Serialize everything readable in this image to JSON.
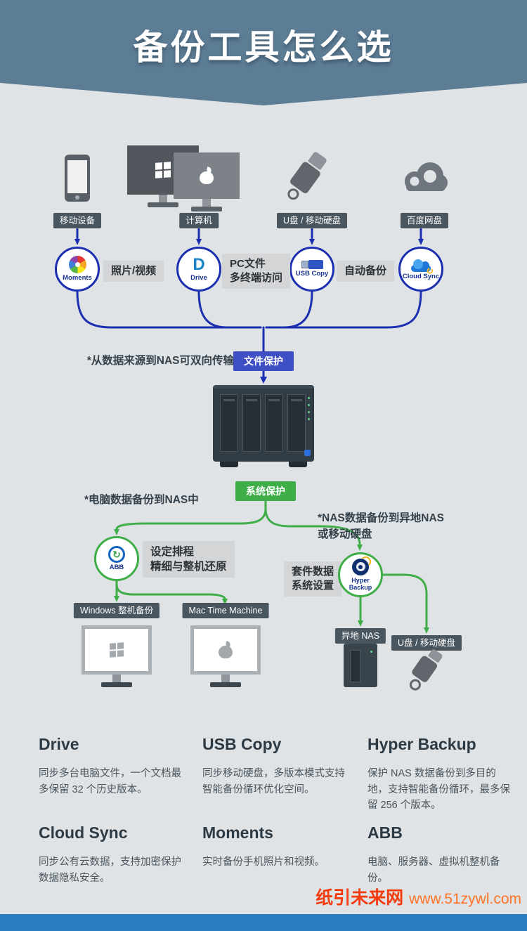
{
  "header": {
    "title": "备份工具怎么选"
  },
  "top_devices": {
    "mobile_label": "移动设备",
    "computer_label": "计算机",
    "usb_label": "U盘 / 移动硬盘",
    "cloud_label": "百度网盘"
  },
  "apps": {
    "moments": {
      "name": "Moments",
      "note": "照片/视频"
    },
    "drive": {
      "name": "Drive",
      "icon_letter": "D",
      "note_line1": "PC文件",
      "note_line2": "多终端访问"
    },
    "usb_copy": {
      "name": "USB Copy",
      "note": "自动备份"
    },
    "cloud_sync": {
      "name": "Cloud Sync"
    }
  },
  "nas_flow": {
    "file_protection_badge": "文件保护",
    "bidirectional_note": "*从数据来源到NAS可双向传输",
    "system_protection_badge": "系统保护",
    "pc_to_nas_note": "*电脑数据备份到NAS中",
    "nas_offsite_note_line1": "*NAS数据备份到异地NAS",
    "nas_offsite_note_line2": "或移动硬盘"
  },
  "backup_apps": {
    "abb": {
      "name": "ABB",
      "note_line1": "设定排程",
      "note_line2": "精细与整机还原"
    },
    "hyper_backup": {
      "name_line1": "Hyper",
      "name_line2": "Backup",
      "note_line1": "套件数据",
      "note_line2": "系统设置"
    }
  },
  "targets": {
    "windows_label": "Windows 整机备份",
    "mac_label": "Mac Time Machine",
    "remote_nas_label": "异地 NAS",
    "usb_drive_label": "U盘 / 移动硬盘"
  },
  "features": [
    {
      "title": "Drive",
      "desc": "同步多台电脑文件，一个文档最多保留 32 个历史版本。"
    },
    {
      "title": "USB Copy",
      "desc": "同步移动硬盘，多版本模式支持智能备份循环优化空间。"
    },
    {
      "title": "Hyper Backup",
      "desc": "保护 NAS 数据备份到多目的地，支持智能备份循环，最多保留 256 个版本。"
    },
    {
      "title": "Cloud Sync",
      "desc": "同步公有云数据，支持加密保护数据隐私安全。"
    },
    {
      "title": "Moments",
      "desc": "实时备份手机照片和视频。"
    },
    {
      "title": "ABB",
      "desc": "电脑、服务器、虚拟机整机备份。"
    }
  ],
  "watermark": {
    "site": "纸引未来网",
    "url": "www.51zywl.com"
  },
  "icons": {
    "sync_glyph": "↻"
  },
  "colors": {
    "header_bg": "#5d7d95",
    "line_blue": "#1b2fb0",
    "badge_blue": "#3d4fc3",
    "line_green": "#3fae49",
    "badge_dark": "#49555f",
    "watermark_red": "#f43b0e",
    "footer_bar": "#2a7cc0"
  }
}
